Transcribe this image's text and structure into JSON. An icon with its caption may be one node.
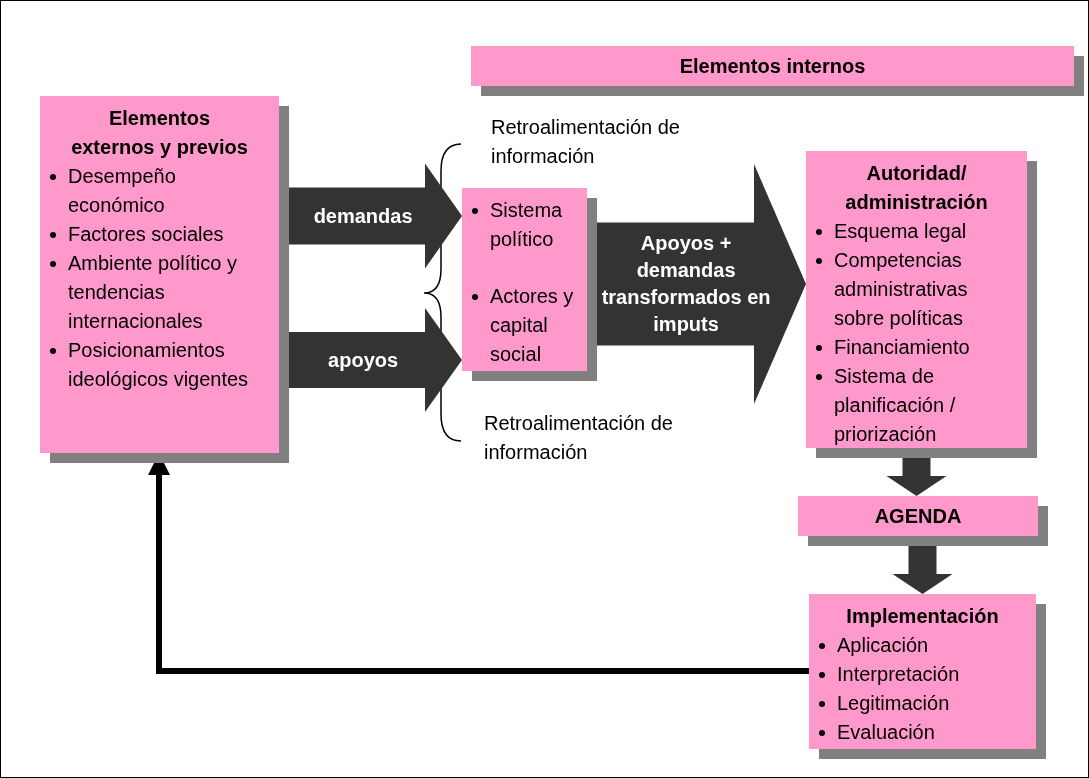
{
  "diagram": {
    "nodes": [
      {
        "text": [
          "Elementos internos"
        ]
      },
      {
        "text": [
          "Elementos externos y previos",
          "Desempeño económico",
          "Factores sociales",
          "Ambiente político y tendencias internacionales",
          "Posicionamientos ideológicos vigentes"
        ]
      },
      {
        "text": [
          "Sistema político",
          "Actores y capital social"
        ]
      },
      {
        "text": [
          "Autoridad/ administración",
          "Esquema legal",
          "Competencias administrativas sobre políticas",
          "Financiamiento",
          "Sistema de planificación / priorización"
        ]
      },
      {
        "text": [
          "AGENDA"
        ]
      },
      {
        "text": [
          "Implementación",
          "Aplicación",
          "Interpretación",
          "Legitimación",
          "Evaluación"
        ]
      }
    ],
    "edges": [
      {
        "from": 1,
        "to": 2,
        "arrow": "to",
        "label": "demandas",
        "style": "thick"
      },
      {
        "from": 1,
        "to": 2,
        "arrow": "to",
        "label": "apoyos",
        "style": "thick"
      },
      {
        "from": 2,
        "to": 3,
        "arrow": "to",
        "label": "Apoyos + demandas transformados en imputs",
        "style": "thick"
      },
      {
        "from": 3,
        "to": 4,
        "arrow": "to"
      },
      {
        "from": 4,
        "to": 5,
        "arrow": "to"
      },
      {
        "from": 5,
        "to": 1,
        "arrow": "to",
        "color": "#000000"
      }
    ],
    "labels": [
      "Retroalimentación de información",
      "Retroalimentación de información"
    ]
  }
}
